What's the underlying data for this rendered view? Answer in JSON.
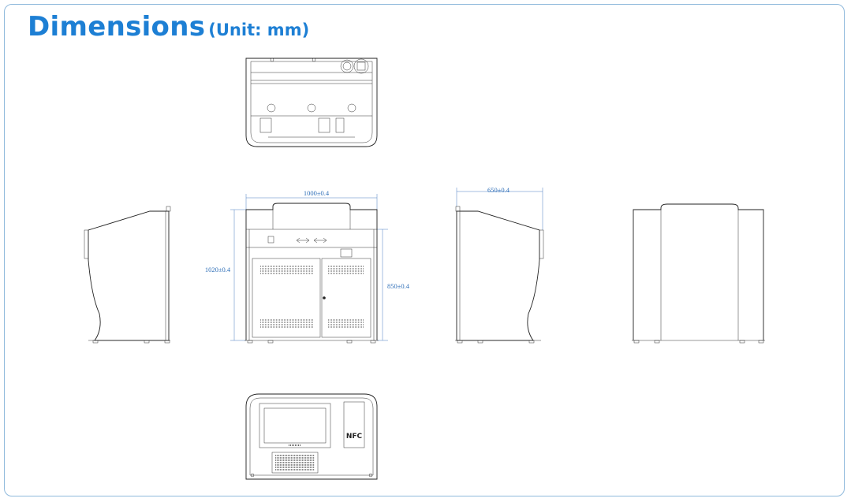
{
  "title": {
    "main": "Dimensions",
    "unit": "(Unit: mm)"
  },
  "dimensions": {
    "width": "1000±0.4",
    "height": "1020±0.4",
    "lower_height": "850±0.4",
    "depth": "650±0.4"
  },
  "labels": {
    "nfc": "NFC"
  },
  "colors": {
    "accent": "#1d7fd4",
    "frame": "#8fb9dc",
    "dimension": "#2f6fb8"
  }
}
